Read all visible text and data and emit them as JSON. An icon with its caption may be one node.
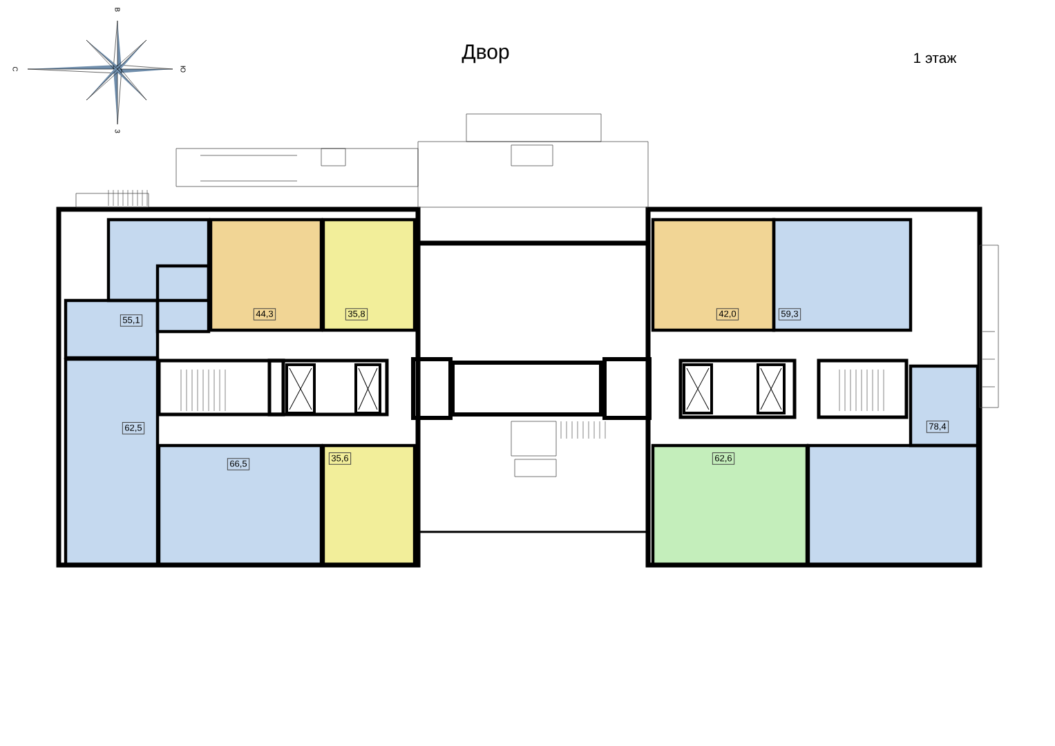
{
  "diagram": {
    "nodes": [
      {
        "text": [
          "55,1"
        ]
      },
      {
        "text": [
          "44,3"
        ]
      },
      {
        "text": [
          "35,8"
        ]
      },
      {
        "text": [
          "62,5"
        ]
      },
      {
        "text": [
          "66,5"
        ]
      },
      {
        "text": [
          "35,6"
        ]
      },
      {
        "text": [
          "42,0"
        ]
      },
      {
        "text": [
          "59,3"
        ]
      },
      {
        "text": [
          "78,4"
        ]
      },
      {
        "text": [
          "62,6"
        ]
      }
    ],
    "labels": [
      "В",
      "С",
      "Ю",
      "З",
      "Двор",
      "1 этаж"
    ]
  }
}
